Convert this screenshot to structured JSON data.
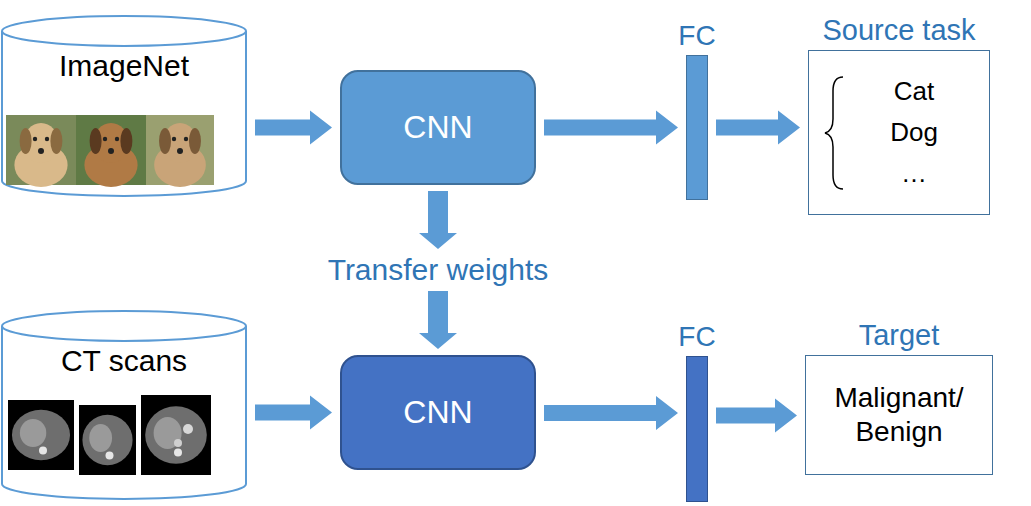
{
  "diagram": {
    "nodes": [
      {
        "text": [
          "ImageNet"
        ]
      },
      {
        "text": [
          "CNN"
        ]
      },
      {
        "text": [
          "FC"
        ]
      },
      {
        "text": [
          "Source task",
          "Cat",
          "Dog",
          "…"
        ]
      },
      {
        "text": [
          "CT scans"
        ]
      },
      {
        "text": [
          "CNN"
        ]
      },
      {
        "text": [
          "FC"
        ]
      },
      {
        "text": [
          "Target",
          "Malignant/ Benign"
        ]
      }
    ],
    "edges": [
      {
        "from": 0,
        "to": 1,
        "arrow": "to"
      },
      {
        "from": 1,
        "to": 2,
        "arrow": "to"
      },
      {
        "from": 2,
        "to": 3,
        "arrow": "to"
      },
      {
        "from": 1,
        "to": 5,
        "arrow": "to",
        "label": "Transfer weights"
      },
      {
        "from": 4,
        "to": 5,
        "arrow": "to"
      },
      {
        "from": 5,
        "to": 6,
        "arrow": "to"
      },
      {
        "from": 6,
        "to": 7,
        "arrow": "to"
      }
    ]
  }
}
